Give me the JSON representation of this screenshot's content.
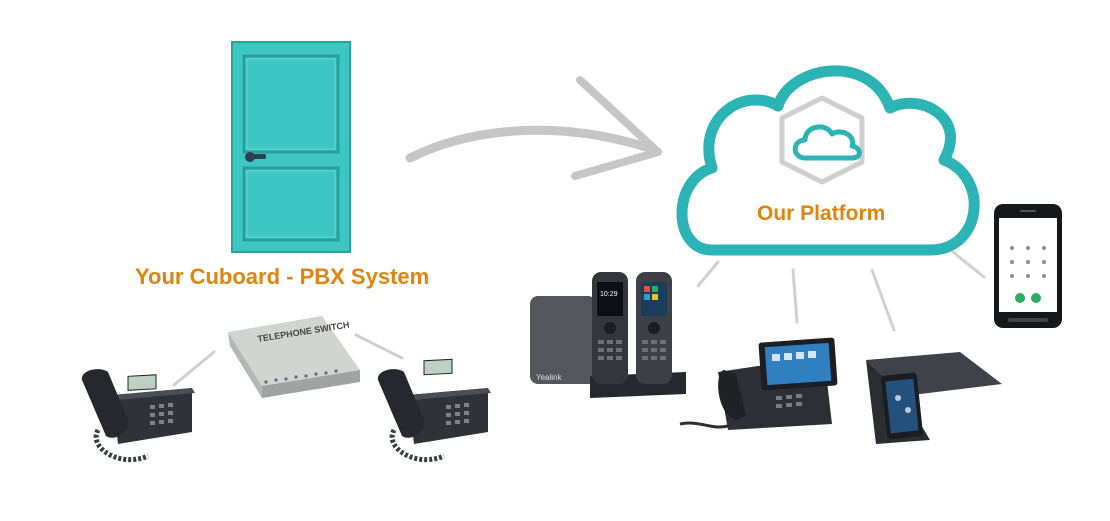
{
  "labels": {
    "pbx": "Your Cuboard - PBX System",
    "cloud": "Our Platform"
  },
  "devices": {
    "switch_text": "TELEPHONE SWITCH",
    "brand": "Yealink",
    "handset_time": "10:29"
  },
  "colors": {
    "accent": "#e0830f",
    "teal": "#2bb3b5",
    "door": "#3cc7c2",
    "arrow": "#c8c8c8",
    "device_dark": "#3a3d42"
  },
  "icons": [
    "door-icon",
    "arrow-icon",
    "cloud-icon",
    "hexagon-cloud-icon",
    "desk-phone-icon",
    "telephone-switch-icon",
    "dect-phone-icon",
    "video-phone-icon",
    "conference-phone-icon",
    "smartphone-icon"
  ]
}
